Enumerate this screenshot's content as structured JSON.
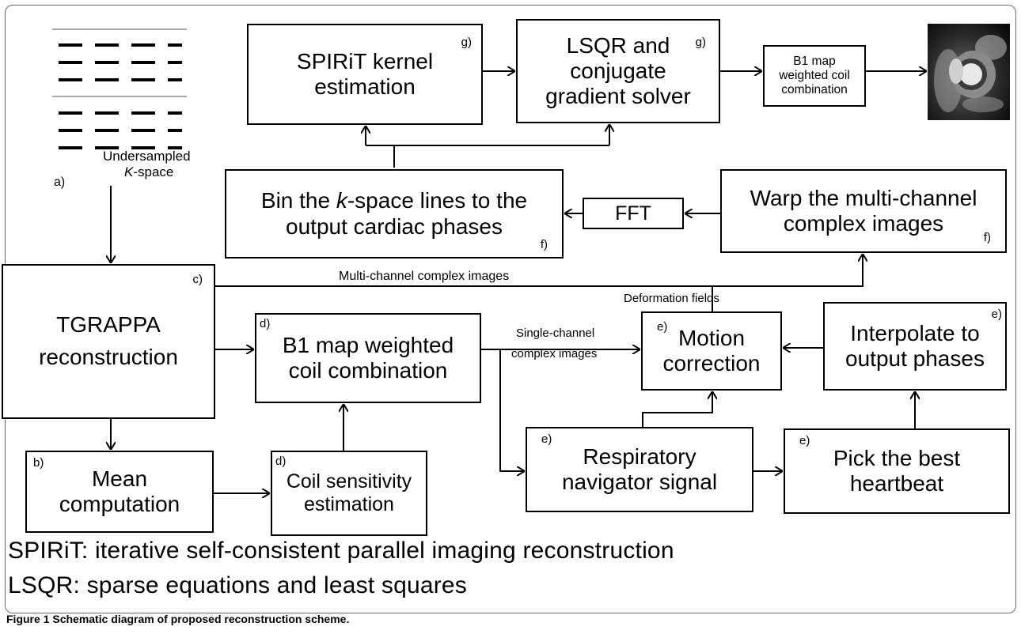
{
  "boxes": {
    "spirit_kernel": {
      "text": "SPIRiT kernel estimation",
      "tag": "g)"
    },
    "lsqr_solver": {
      "text": "LSQR and conjugate gradient solver",
      "tag": "g)"
    },
    "b1_top": {
      "text": "B1 map weighted coil combination"
    },
    "bin_kspace": {
      "pre": "Bin the ",
      "em": "k",
      "post": "-space lines to the output cardiac phases",
      "tag": "f)"
    },
    "fft": {
      "text": "FFT"
    },
    "warp": {
      "text": "Warp the multi-channel complex images",
      "tag": "f)"
    },
    "tgrappa": {
      "text": "TGRAPPA reconstruction",
      "tag": "c)"
    },
    "b1_mid": {
      "text": "B1 map weighted coil combination",
      "tag": "d)"
    },
    "motion": {
      "text": "Motion correction",
      "tag": "e)"
    },
    "interpolate": {
      "text": "Interpolate to output phases",
      "tag": "e)"
    },
    "mean": {
      "text": "Mean computation",
      "tag": "b)"
    },
    "coil_sens": {
      "text": "Coil sensitivity estimation",
      "tag": "d)"
    },
    "resp_nav": {
      "text": "Respiratory navigator signal",
      "tag": "e)"
    },
    "pick_best": {
      "text": "Pick the best heartbeat",
      "tag": "e)"
    }
  },
  "kspace": {
    "label1": "Undersampled",
    "label2_em": "K",
    "label2_rest": "-space",
    "tag": "a)"
  },
  "edges": {
    "multichannel": "Multi-channel complex images",
    "deformation": "Deformation fields",
    "single_channel_1": "Single-channel",
    "single_channel_2": "complex images"
  },
  "legend": [
    {
      "term": "SPIRiT",
      "definition": ": iterative self-consistent parallel imaging reconstruction"
    },
    {
      "term": "LSQR",
      "definition": ": sparse equations and least squares"
    }
  ],
  "caption": {
    "label": "Figure 1",
    "text": " Schematic diagram of proposed reconstruction scheme."
  }
}
